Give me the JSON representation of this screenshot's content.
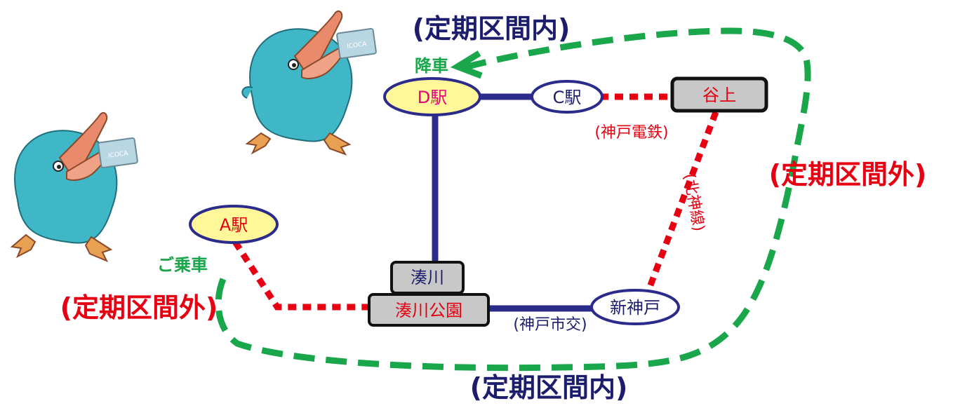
{
  "colors": {
    "line_blue": "#2b2b8c",
    "dotted_red": "#e60012",
    "route_green": "#1aa64a",
    "label_red": "#e60012",
    "label_blue": "#1d1d6e",
    "label_magenta": "#e6007e",
    "station_yellow": "#fff799",
    "hub_gray": "#c8c8c8",
    "mascot_teal": "#3fb7c7"
  },
  "labels": {
    "in_section_top": "(定期区間内)",
    "in_section_bottom": "(定期区間内)",
    "out_section_right": "(定期区間外)",
    "out_section_left": "(定期区間外)",
    "alight": "降車",
    "board": "ご乗車"
  },
  "stations": {
    "d": "D駅",
    "c": "C駅",
    "tanigami": "谷上",
    "a": "A駅",
    "minatogawa": "湊川",
    "minatogawa_koen": "湊川公園",
    "shin_kobe": "新神戸"
  },
  "lines": {
    "kobe_dentetsu": "(神戸電鉄)",
    "hokushin": "(北神線)",
    "kobe_shiko": "(神戸市交)"
  },
  "mascot": {
    "card_text": "ICOCA"
  }
}
